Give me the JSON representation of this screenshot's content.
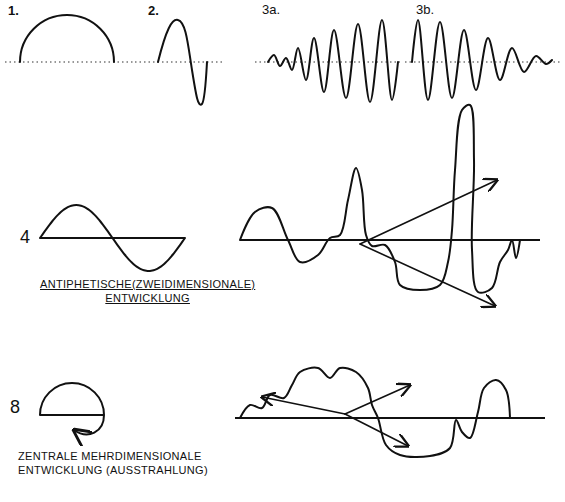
{
  "diagram": {
    "labels": [
      "1.",
      "2.",
      "3a.",
      "3b.",
      "4",
      "ANTIPHETISCHE(ZWEIDIMENSIONALE) ENTWICKLUNG",
      "8",
      "ZENTRALE MEHRDIMENSIONALE ENTWICKLUNG (AUSSTRAHLUNG)"
    ]
  }
}
